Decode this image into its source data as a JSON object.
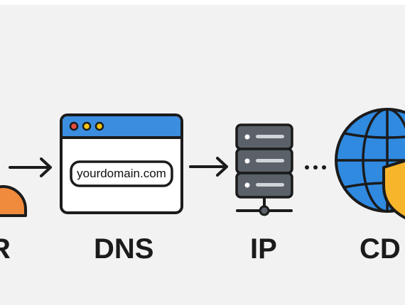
{
  "steps": [
    {
      "id": "user",
      "label": "R"
    },
    {
      "id": "dns",
      "label": "DNS"
    },
    {
      "id": "ip",
      "label": "IP"
    },
    {
      "id": "cdn",
      "label": "CD"
    }
  ],
  "browser": {
    "address_text": "yourdomain.com"
  },
  "colors": {
    "background": "#f2f2f2",
    "outline": "#1b1b1b",
    "browser_bar": "#3b8de0",
    "dot_red": "#e84c3d",
    "dot_yellow": "#f5c518",
    "dot_amber": "#f1c40f",
    "server": "#5a6168",
    "globe": "#2f8ae0",
    "shield": "#f7b52c",
    "user_orange": "#f08a3c"
  },
  "icons": [
    "user-icon",
    "browser-window-icon",
    "server-rack-icon",
    "globe-icon",
    "shield-icon"
  ]
}
